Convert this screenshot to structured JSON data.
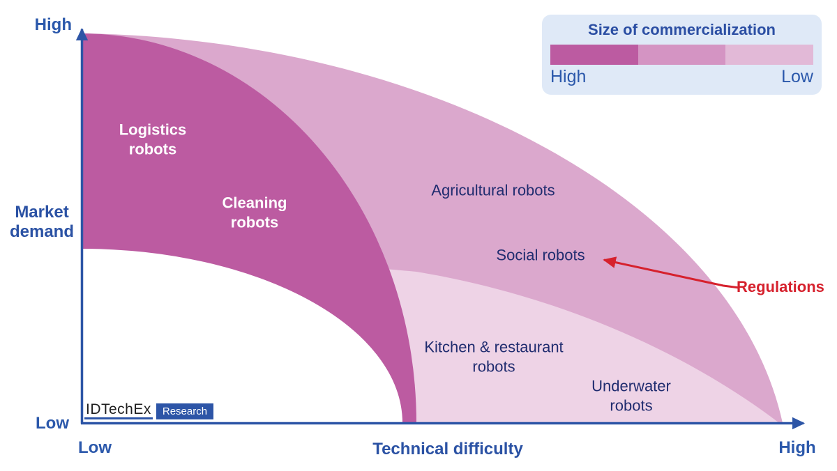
{
  "chart_data": {
    "type": "area",
    "description": "Qualitative positioning chart of service robot categories by market demand (y) vs technical difficulty (x); three nested color bands encode size of commercialization from high (dark pink, low difficulty / high demand) to low (light pink, high difficulty / low demand).",
    "x_axis": {
      "label": "Technical difficulty",
      "left_label": "Low",
      "right_label": "High"
    },
    "y_axis": {
      "label": "Market demand",
      "top_label": "High",
      "bottom_label": "Low"
    },
    "bands": [
      {
        "commercialization": "High",
        "color": "#bc5ba1",
        "items": [
          "Logistics robots",
          "Cleaning robots"
        ],
        "item_positions": [
          {
            "technical_difficulty": "low",
            "market_demand": "high"
          },
          {
            "technical_difficulty": "low-medium",
            "market_demand": "medium-high"
          }
        ]
      },
      {
        "commercialization": "Medium",
        "color": "#dba8cd",
        "items": [
          "Agricultural robots",
          "Social robots"
        ],
        "item_positions": [
          {
            "technical_difficulty": "medium",
            "market_demand": "medium-high"
          },
          {
            "technical_difficulty": "medium-high",
            "market_demand": "medium"
          }
        ]
      },
      {
        "commercialization": "Low",
        "color": "#eed3e6",
        "items": [
          "Kitchen & restaurant robots",
          "Underwater robots"
        ],
        "item_positions": [
          {
            "technical_difficulty": "medium",
            "market_demand": "low"
          },
          {
            "technical_difficulty": "high",
            "market_demand": "low"
          }
        ]
      }
    ],
    "annotations": [
      {
        "text": "Regulations",
        "points_to": "Social robots",
        "color": "#d6212d"
      }
    ],
    "legend_position": "top-right",
    "grid": false
  },
  "legend": {
    "title": "Size of commercialization",
    "left_label": "High",
    "right_label": "Low",
    "segment_colors": [
      "#bc5ba1",
      "#d494c3",
      "#e2b9d7"
    ],
    "background": "#dfe9f7"
  },
  "axes": {
    "color": "#2d55a6",
    "x_label": "Technical difficulty",
    "x_left": "Low",
    "x_right": "High",
    "y_label": "Market demand",
    "y_top": "High",
    "y_bottom": "Low"
  },
  "branding": {
    "company": "IDTechEx",
    "division": "Research",
    "accent": "#2d55a7"
  },
  "colors": {
    "band_high": "#bc5ba1",
    "band_medium": "#dba8cd",
    "band_low": "#eed3e6",
    "label_on_dark": "#ffffff",
    "label_navy": "#202c6f",
    "axis_blue": "#2d55a6",
    "annotation_red": "#d6212d",
    "legend_bg": "#dfe9f7"
  }
}
